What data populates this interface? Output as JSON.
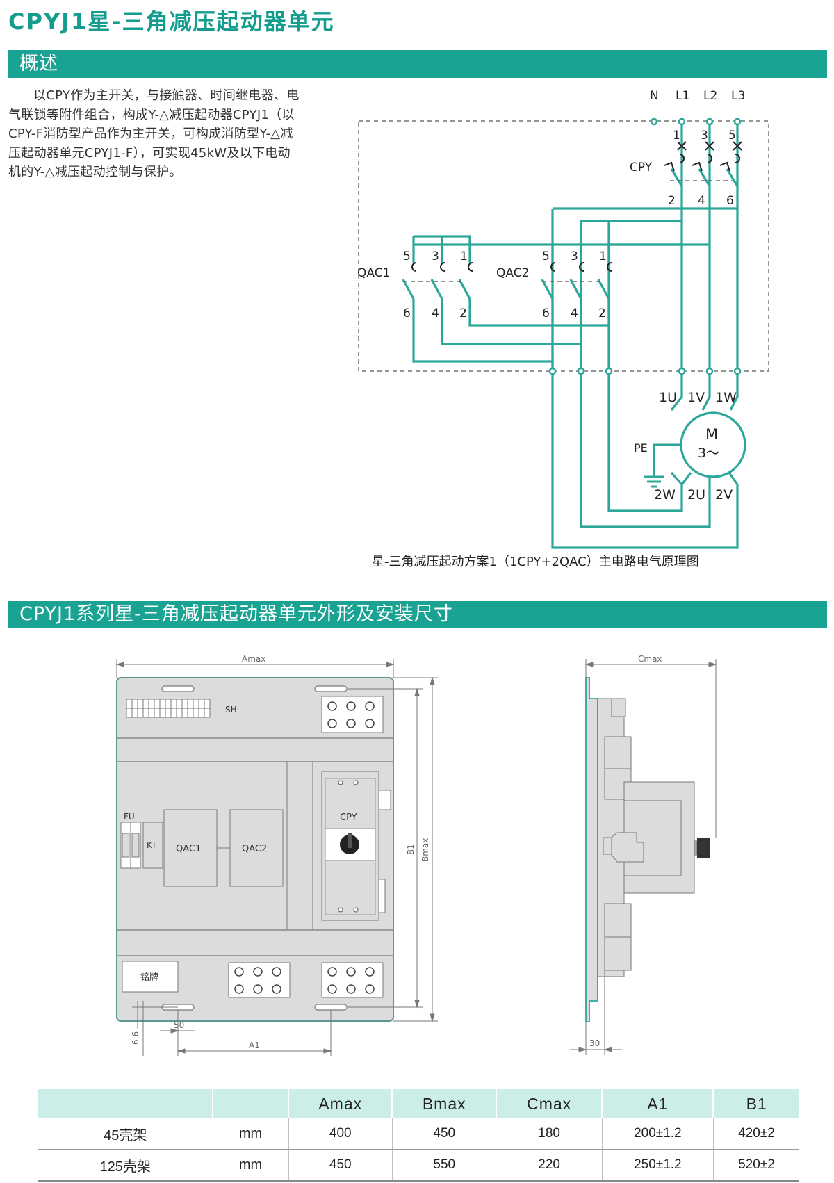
{
  "title": "CPYJ1星-三角减压起动器单元",
  "section1": {
    "heading": "概述",
    "paragraph": "以CPY作为主开关，与接触器、时间继电器、电气联锁等附件组合，构成Y-△减压起动器CPYJ1（以CPY-F消防型产品作为主开关，可构成消防型Y-△减压起动器单元CPYJ1-F），可实现45kW及以下电动机的Y-△减压起动控制与保护。"
  },
  "schematic": {
    "terminals": {
      "n": "N",
      "l1": "L1",
      "l2": "L2",
      "l3": "L3"
    },
    "cpy_label": "CPY",
    "cpy_top_numbers": [
      "1",
      "3",
      "5"
    ],
    "cpy_bottom_numbers": [
      "2",
      "4",
      "6"
    ],
    "qac1_label": "QAC1",
    "qac2_label": "QAC2",
    "qac_top_numbers": [
      "5",
      "3",
      "1"
    ],
    "qac_bottom_numbers": [
      "6",
      "4",
      "2"
    ],
    "motor": {
      "label": "M",
      "phase": "3～"
    },
    "motor_top_terminals": [
      "1U",
      "1V",
      "1W"
    ],
    "motor_bottom_terminals": [
      "2W",
      "2U",
      "2V"
    ],
    "pe_label": "PE",
    "caption": "星-三角减压起动方案1（1CPY+2QAC）主电路电气原理图"
  },
  "section2": {
    "heading": "CPYJ1系列星-三角减压起动器单元外形及安装尺寸"
  },
  "drawing": {
    "dim_amax": "Amax",
    "dim_bmax": "Bmax",
    "dim_b1": "B1",
    "dim_a1": "A1",
    "dim_cmax": "Cmax",
    "dim_50": "50",
    "dim_66": "6.6",
    "dim_30": "30",
    "sh_label": "SH",
    "fu_label": "FU",
    "kt_label": "KT",
    "qac1_label": "QAC1",
    "qac2_label": "QAC2",
    "cpy_label": "CPY",
    "nameplate_label": "铭牌"
  },
  "table": {
    "headers": [
      "",
      "",
      "Amax",
      "Bmax",
      "Cmax",
      "A1",
      "B1"
    ],
    "rows": [
      [
        "45壳架",
        "mm",
        "400",
        "450",
        "180",
        "200±1.2",
        "420±2"
      ],
      [
        "125壳架",
        "mm",
        "450",
        "550",
        "220",
        "250±1.2",
        "520±2"
      ]
    ]
  },
  "colors": {
    "accent": "#1aa393",
    "wire": "#2ba79a",
    "table_header": "#cceee9",
    "panel": "#dcdcdc"
  }
}
